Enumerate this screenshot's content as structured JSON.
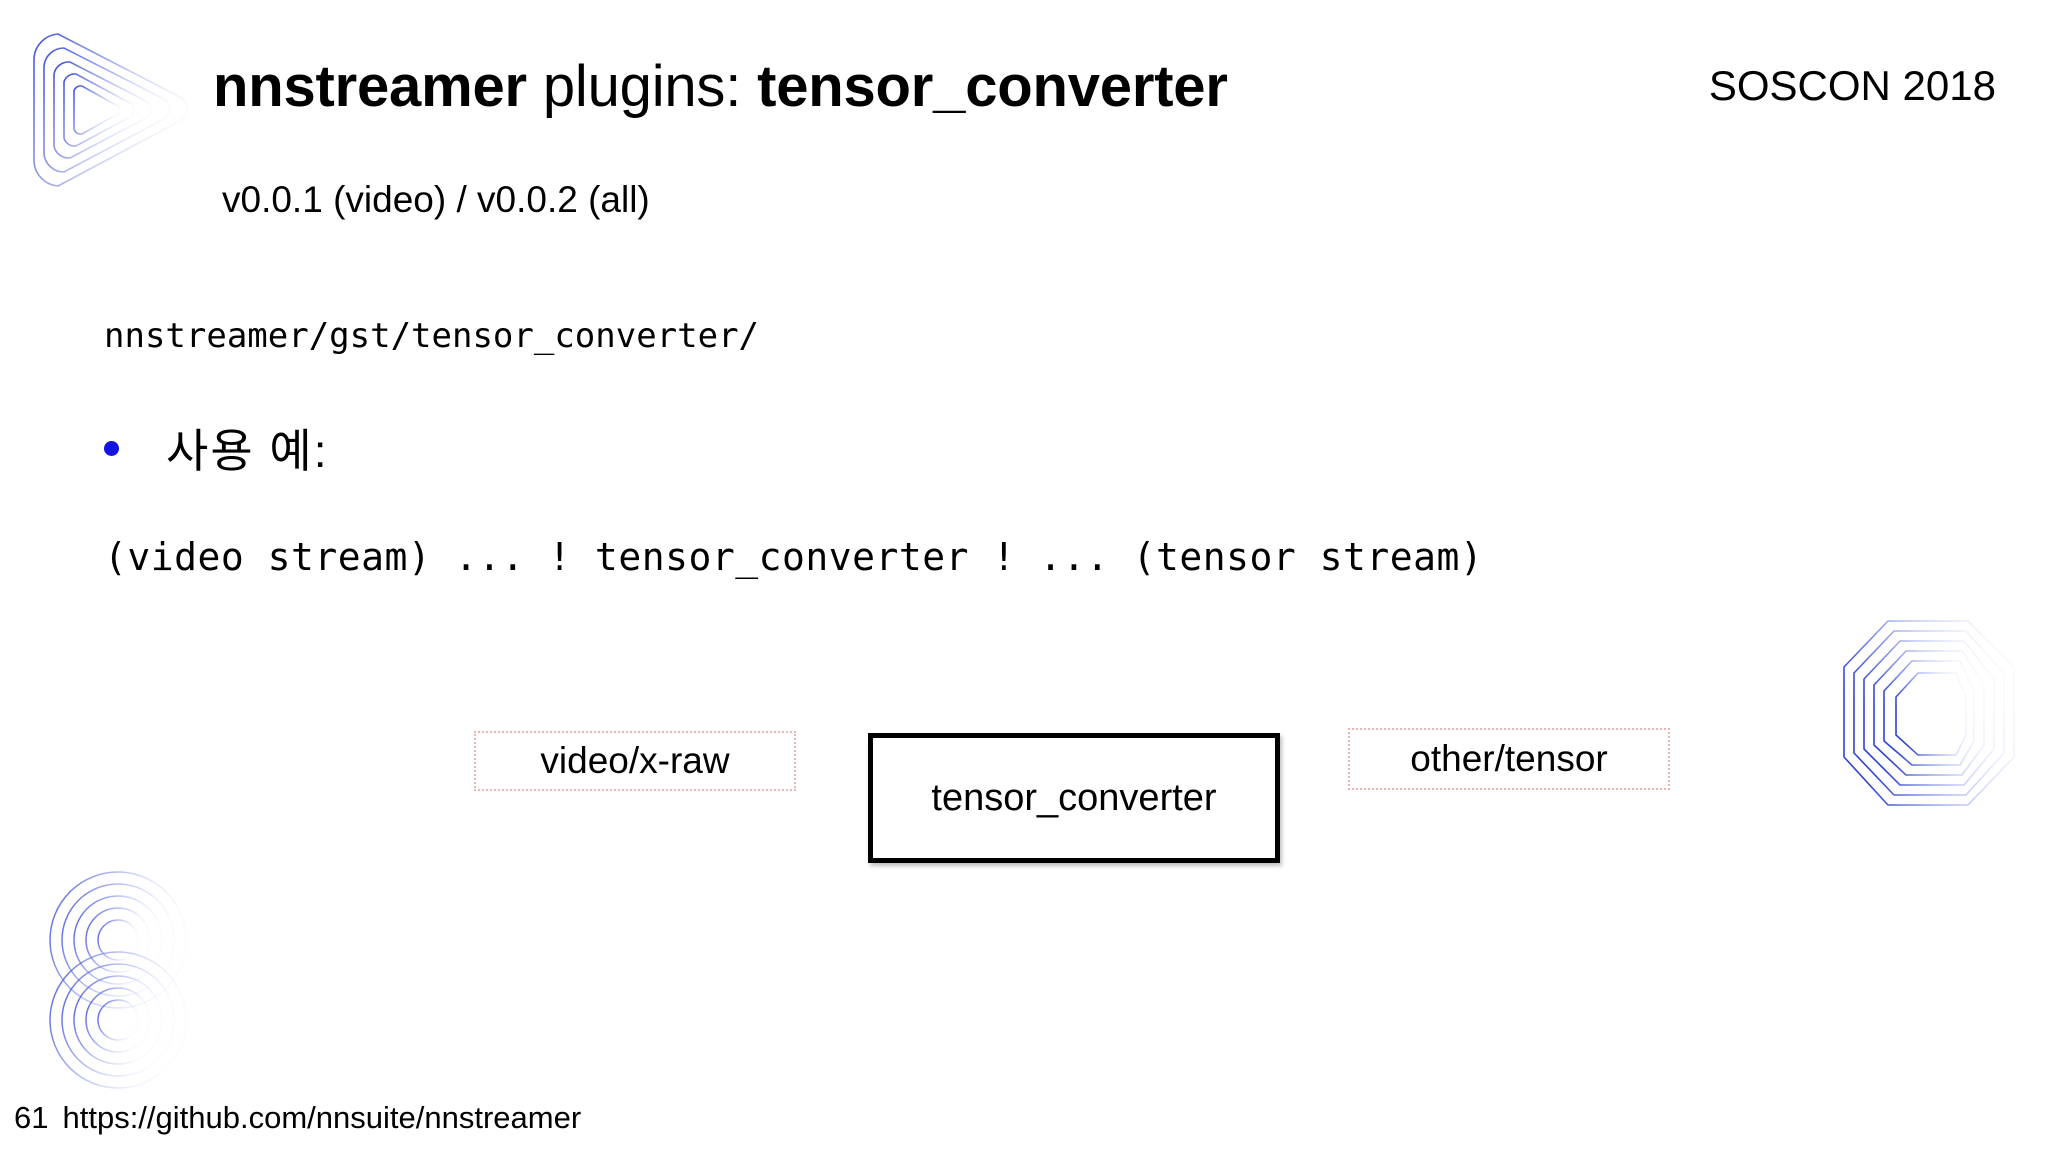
{
  "slide": {
    "header": {
      "title_bold_1": "nnstreamer",
      "title_normal": " plugins: ",
      "title_bold_2": "tensor_converter",
      "subtitle": "v0.0.1 (video) / v0.0.2 (all)",
      "conference": "SOSCON 2018"
    },
    "body": {
      "source_path": "nnstreamer/gst/tensor_converter/",
      "bullet_label": "사용 예:",
      "pipeline_code": "(video stream) ... ! tensor_converter ! ... (tensor stream)"
    },
    "diagram": {
      "input_caps": "video/x-raw",
      "process_block": "tensor_converter",
      "output_caps": "other/tensor"
    },
    "footer": {
      "page_number": "61",
      "repo_url": "https://github.com/nnsuite/nnstreamer"
    },
    "icons": {
      "logo_top_left": "nnstreamer-play-triangle-logo",
      "logo_bottom_left": "soscon-s-rings-logo",
      "logo_right": "soscon-hexagon-rings-logo",
      "bullet": "bullet-dot-icon",
      "arrow_in": "arrow-right-icon",
      "arrow_out": "arrow-right-icon"
    },
    "colors": {
      "accent_blue": "#1414e0",
      "logo_blue": "#4a5bd8",
      "caps_border": "#e8b6b6",
      "text": "#000000",
      "background": "#ffffff"
    }
  }
}
